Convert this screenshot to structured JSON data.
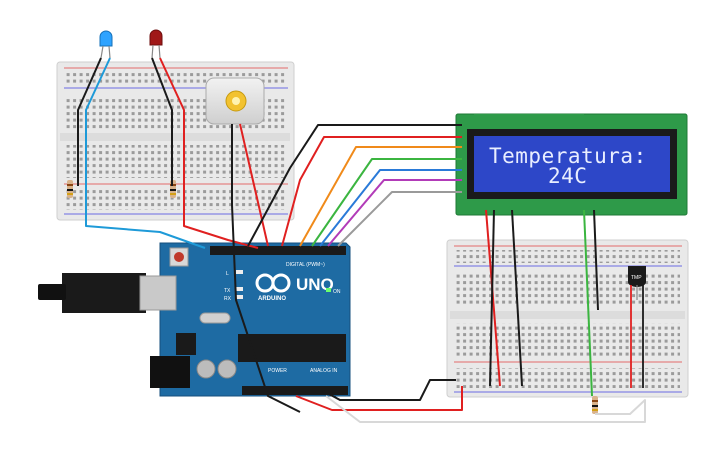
{
  "lcd": {
    "line1": "Temperatura:",
    "line2": "24C"
  },
  "arduino": {
    "brand": "ARDUINO",
    "model": "UNO",
    "digital_label": "DIGITAL (PWM~)",
    "analog_label": "ANALOG IN",
    "power_label": "POWER",
    "on_label": "ON",
    "tx_label": "TX",
    "rx_label": "RX",
    "l_label": "L"
  },
  "sensor": {
    "label": "TMP"
  },
  "colors": {
    "board_blue": "#1e6ba3",
    "lcd_green": "#2e9a49",
    "lcd_screen": "#2d47c8",
    "wire_red": "#e02020",
    "wire_black": "#1a1a1a",
    "wire_orange": "#f08a1a",
    "wire_green": "#3bb540",
    "wire_blue": "#2a7ad8",
    "wire_purple": "#b23bb8",
    "wire_gray": "#9a9a9a",
    "wire_cyan": "#1e9ad8",
    "led_blue": "#2ea3ff",
    "led_red": "#a01818"
  }
}
